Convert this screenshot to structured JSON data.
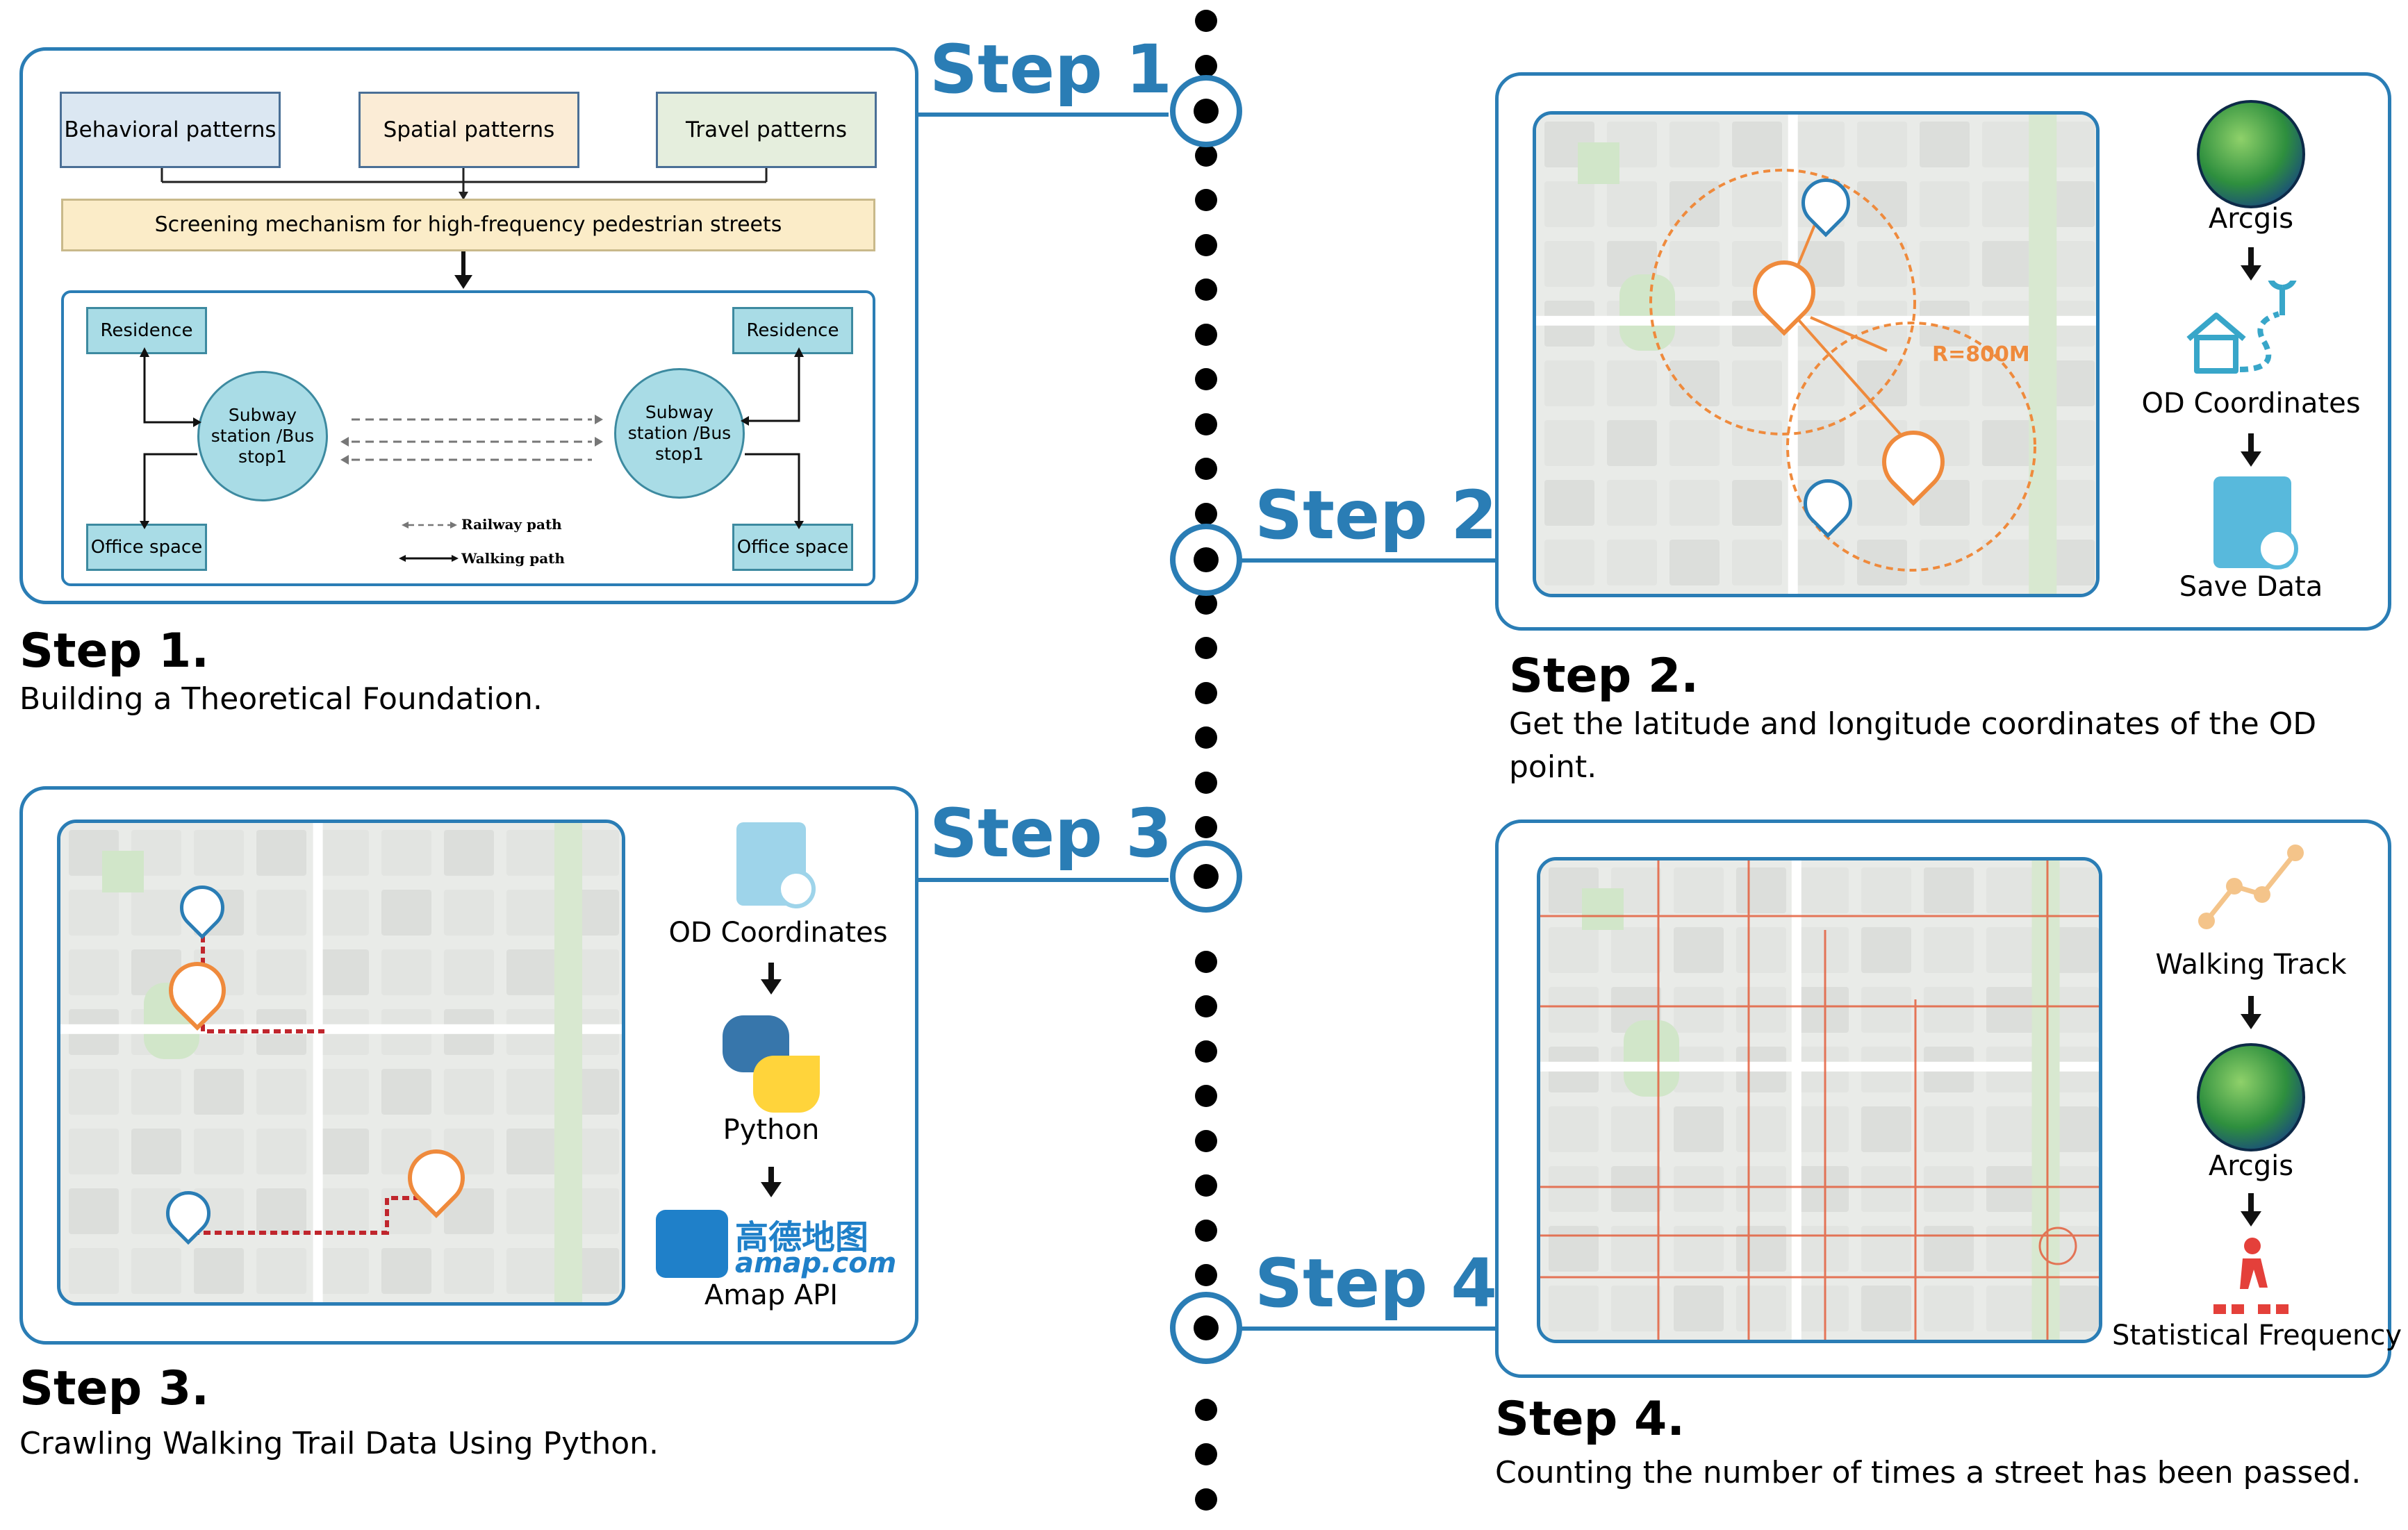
{
  "steps": {
    "s1": {
      "label": "Step 1",
      "title": "Step 1.",
      "desc": "Building a Theoretical Foundation."
    },
    "s2": {
      "label": "Step 2",
      "title": "Step 2.",
      "desc": "Get the latitude and longitude coordinates of the OD point."
    },
    "s3": {
      "label": "Step 3",
      "title": "Step 3.",
      "desc": "Crawling Walking Trail Data Using Python."
    },
    "s4": {
      "label": "Step 4",
      "title": "Step 4.",
      "desc": "Counting the number of times a street has been passed."
    }
  },
  "step1_diagram": {
    "patterns": [
      "Behavioral patterns",
      "Spatial patterns",
      "Travel patterns"
    ],
    "screening": "Screening mechanism for high-frequency pedestrian streets",
    "residence": "Residence",
    "office": "Office space",
    "station": "Subway station /Bus stop1",
    "legend_railway": "Railway path",
    "legend_walking": "Walking path"
  },
  "step2_side": {
    "tool1": "Arcgis",
    "tool2": "OD Coordinates",
    "tool3": "Save Data",
    "radius_label": "R=800M"
  },
  "step3_side": {
    "tool1": "OD Coordinates",
    "tool2": "Python",
    "tool3_brand_cn": "高德地图",
    "tool3_brand_en": "amap.com",
    "tool3": "Amap API"
  },
  "step4_side": {
    "tool1": "Walking Track",
    "tool2": "Arcgis",
    "tool3": "Statistical Frequency"
  },
  "colors": {
    "accent": "#2a7db5",
    "orange": "#ef8a3c",
    "route_red": "#c0262d"
  }
}
